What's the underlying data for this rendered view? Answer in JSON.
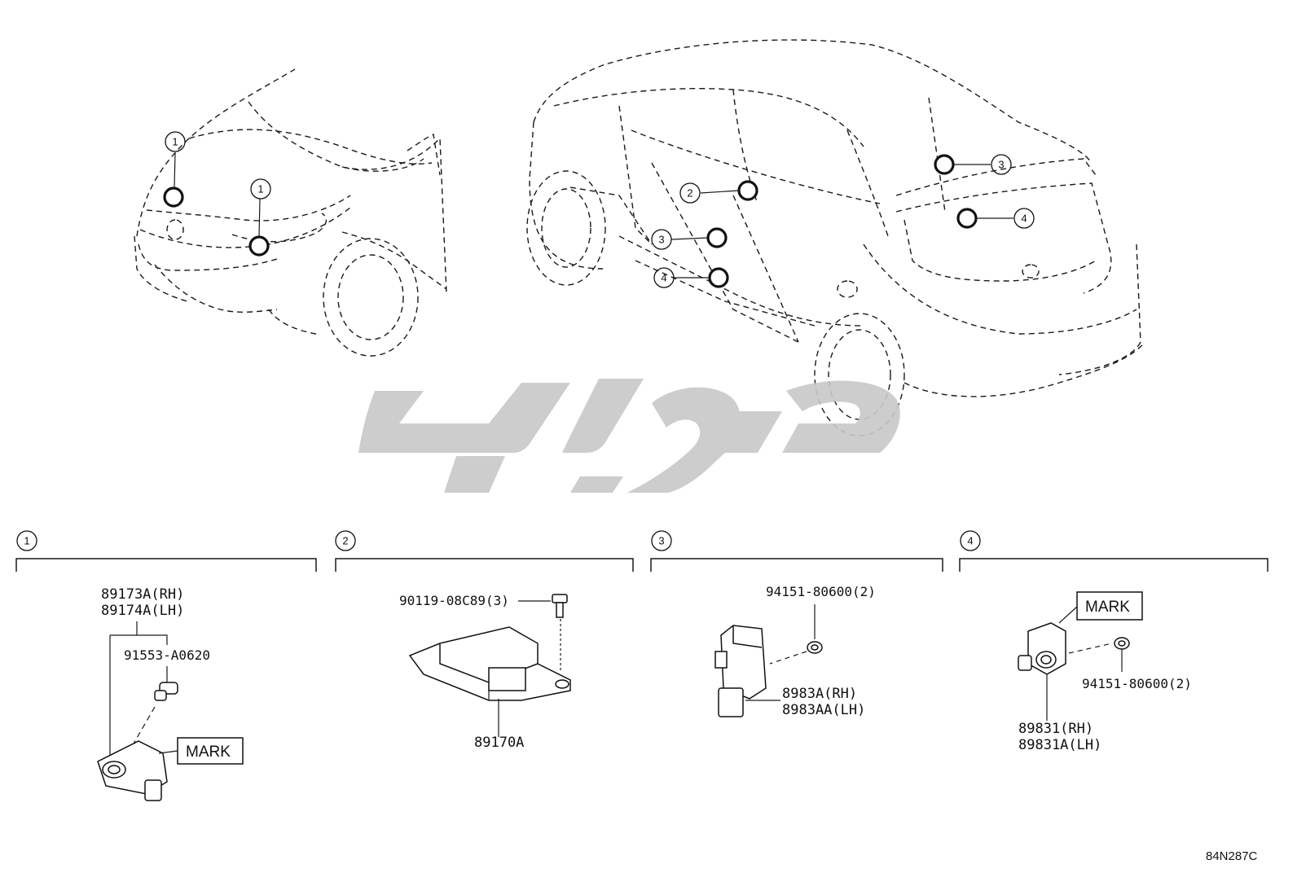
{
  "callouts": {
    "c1": "1",
    "c2": "2",
    "c3": "3",
    "c4": "4"
  },
  "sections": [
    {
      "number": "1",
      "parts": [
        "89173A(RH)",
        "89174A(LH)",
        "91553-A0620"
      ],
      "mark": "MARK"
    },
    {
      "number": "2",
      "parts": [
        "90119-08C89(3)",
        "89170A"
      ]
    },
    {
      "number": "3",
      "parts": [
        "94151-80600(2)",
        "8983A(RH)",
        "8983AA(LH)"
      ]
    },
    {
      "number": "4",
      "parts": [
        "94151-80600(2)",
        "89831(RH)",
        "89831A(LH)"
      ],
      "mark": "MARK"
    }
  ],
  "diagram_code": "84N287C",
  "watermark": "logo-watermark"
}
